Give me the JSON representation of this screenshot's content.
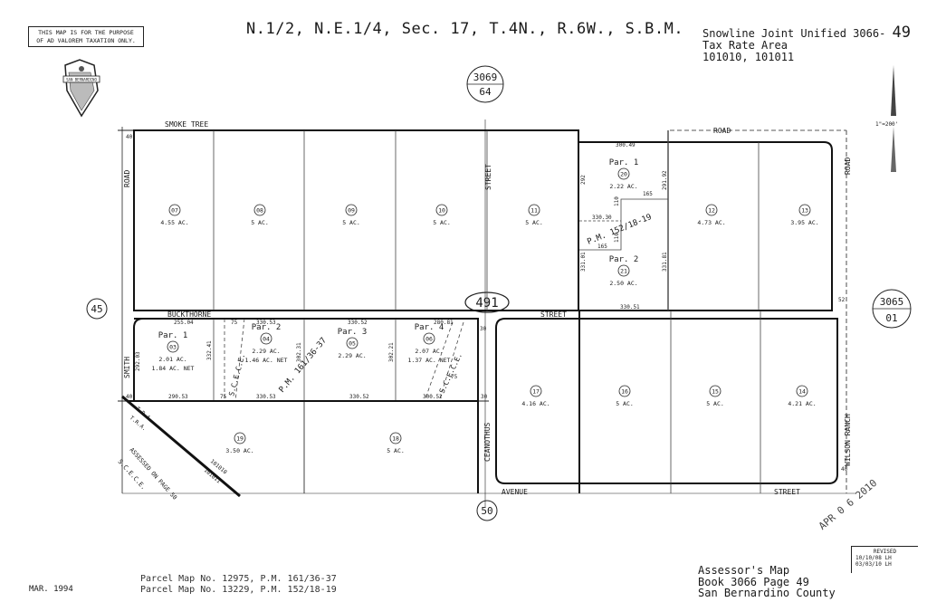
{
  "header": {
    "disclaimer_line1": "THIS MAP IS FOR THE PURPOSE",
    "disclaimer_line2": "OF AD VALOREM TAXATION ONLY.",
    "title": "N.1/2, N.E.1/4, Sec. 17, T.4N., R.6W., S.B.M.",
    "district": "Snowline Joint Unified  3066-",
    "page_num": "49",
    "tax_area_label": "Tax Rate Area",
    "tax_area_codes": "101010, 101011"
  },
  "seal": {
    "text": "SAN BERNARDINO"
  },
  "scale_label": "1\"=200'",
  "adjacent_maps": [
    {
      "top": "3069",
      "bottom": "64"
    },
    {
      "top": "3065",
      "bottom": "01"
    }
  ],
  "adjacent_pages": [
    "45",
    "491",
    "50"
  ],
  "streets": {
    "smoke_tree": "SMOKE TREE",
    "road_top": "ROAD",
    "road_left": "ROAD",
    "road_right": "ROAD",
    "street_vertical": "STREET",
    "buckthorne": "BUCKTHORNE",
    "buckthorne_street": "STREET",
    "smith": "SMITH",
    "ceanothus": "CEANOTHUS",
    "avenue": "AVENUE",
    "bottom_street": "STREET",
    "wilson_ranch": "WILSON  RANCH"
  },
  "parcels_north": [
    {
      "num": "07",
      "acres": "4.55 AC."
    },
    {
      "num": "08",
      "acres": "5 AC."
    },
    {
      "num": "09",
      "acres": "5 AC."
    },
    {
      "num": "10",
      "acres": "5 AC."
    },
    {
      "num": "11",
      "acres": "5 AC."
    },
    {
      "num": "12",
      "acres": "4.73 AC."
    },
    {
      "num": "13",
      "acres": "3.95 AC."
    }
  ],
  "parcels_pm_north": [
    {
      "par": "Par. 1",
      "num": "20",
      "acres": "2.22 AC."
    },
    {
      "par": "Par. 2",
      "num": "21",
      "acres": "2.50 AC."
    }
  ],
  "parcels_pm_south": [
    {
      "par": "Par. 1",
      "num": "03",
      "acres": "2.01 AC.",
      "net": "1.84 AC. NET"
    },
    {
      "par": "Par. 2",
      "num": "04",
      "acres": "2.29 AC.",
      "net": "1.46 AC. NET"
    },
    {
      "par": "Par. 3",
      "num": "05",
      "acres": "2.29 AC.",
      "net": ""
    },
    {
      "par": "Par. 4",
      "num": "06",
      "acres": "2.07 AC.",
      "net": "1.37 AC. NET"
    }
  ],
  "parcels_south": [
    {
      "num": "17",
      "acres": "4.16 AC."
    },
    {
      "num": "16",
      "acres": "5 AC."
    },
    {
      "num": "15",
      "acres": "5 AC."
    },
    {
      "num": "14",
      "acres": "4.21 AC."
    },
    {
      "num": "19",
      "acres": "3.50 AC."
    },
    {
      "num": "18",
      "acres": "5 AC."
    }
  ],
  "pm_labels": [
    "P.M. 152/18-19",
    "P.M. 161/36-37"
  ],
  "easements": [
    "S.C.E.C.E.",
    "S.C.E.C.E."
  ],
  "assessed_note": "ASSESSED ON PAGE 50",
  "tra_lines": [
    "T.R.A.",
    "T.R.A.",
    "101010",
    "101011"
  ],
  "dims": {
    "d30049": "300.49",
    "d330_30": "330.30",
    "d330_51": "330.51",
    "d255_04": "255.04",
    "d330_53": "330.53",
    "d330_52": "330.52",
    "d280_81": "280.81",
    "d290_53": "290.53",
    "d330_53b": "330.53",
    "d330_52b": "330.52",
    "d300_52": "300.52",
    "d165a": "165",
    "d165b": "165",
    "d110a": "110",
    "d110b": "110",
    "d40a": "40",
    "d40b": "40",
    "d40c": "40",
    "d30a": "30",
    "d30b": "30",
    "d52": "52",
    "d75a": "75",
    "d75b": "75",
    "d75c": "75",
    "d292": "292",
    "d291_92": "291.92",
    "d331_01": "331.01",
    "d331_81": "331.81",
    "d332_41": "332.41",
    "d302_31": "302.31",
    "d302_21": "302.21",
    "d292_03": "292.03"
  },
  "footer": {
    "date": "MAR. 1994",
    "parcel_map_1": "Parcel Map No. 12975, P.M. 161/36-37",
    "parcel_map_2": "Parcel Map No. 13229, P.M. 152/18-19",
    "assessor_1": "Assessor's Map",
    "assessor_2": "Book 3066 Page 49",
    "assessor_3": "San Bernardino County",
    "revised_label": "REVISED",
    "revised_1": "10/10/08 LH",
    "revised_2": "03/03/10 LH",
    "received_stamp": "APR 0 6 2010"
  }
}
